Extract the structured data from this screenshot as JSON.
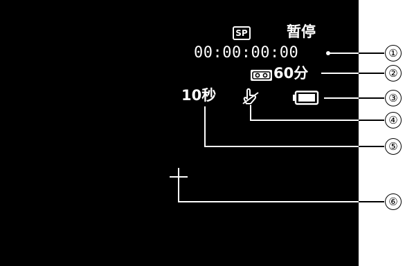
{
  "viewfinder": {
    "recording_mode": "SP",
    "status": "暂停",
    "timecode": "00:00:00:00",
    "tape_remaining": "60分",
    "self_timer": "10秒",
    "icons": {
      "tape": "cassette-tape-icon",
      "image_stabilizer": "image-stabilizer-off-icon",
      "battery": "battery-icon",
      "marker": "center-marker-icon"
    }
  },
  "callouts": [
    "①",
    "②",
    "③",
    "④",
    "⑤",
    "⑥"
  ],
  "colors": {
    "screen_background": "#000000",
    "osd_text": "#ffffff",
    "page_background": "#ffffff",
    "callout_line": "#ffffff"
  }
}
